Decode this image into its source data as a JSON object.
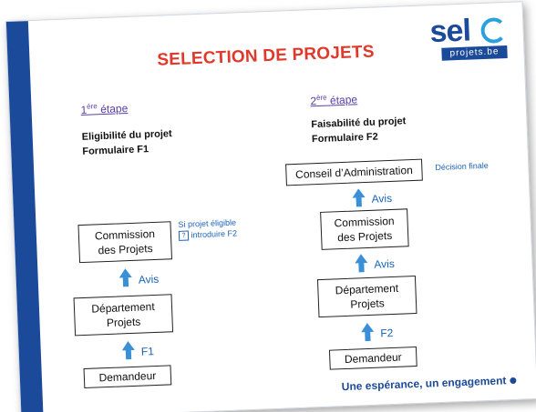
{
  "slide": {
    "title": "SELECTION DE PROJETS",
    "logo": {
      "word": "sel",
      "sub": "projets.be"
    },
    "footer": "Une espérance, un engagement"
  },
  "left": {
    "step_num": "1",
    "step_sup": "ère",
    "step_word": "étape",
    "desc1": "Eligibilité du projet",
    "desc2": "Formulaire F1",
    "commission_l1": "Commission",
    "commission_l2": "des Projets",
    "note1": "Si projet éligible",
    "note_icon": "?",
    "note2": "introduire F2",
    "avis": "Avis",
    "departement_l1": "Département",
    "departement_l2": "Projets",
    "f1": "F1",
    "demandeur": "Demandeur"
  },
  "right": {
    "step_num": "2",
    "step_sup": "ère",
    "step_word": "étape",
    "desc1": "Faisabilité du projet",
    "desc2": "Formulaire F2",
    "conseil": "Conseil d’Administration",
    "decision": "Décision finale",
    "avis1": "Avis",
    "commission_l1": "Commission",
    "commission_l2": "des Projets",
    "avis2": "Avis",
    "departement_l1": "Département",
    "departement_l2": "Projets",
    "f2": "F2",
    "demandeur": "Demandeur"
  },
  "colors": {
    "accent_blue": "#1b4a9a",
    "title_red": "#e0392b",
    "arrow_blue": "#3a8fd6",
    "step_purple": "#5a3fa8"
  },
  "icons": [
    "up-arrow-icon",
    "logo-swirl-icon",
    "question-box-icon",
    "bullet-dot-icon"
  ]
}
